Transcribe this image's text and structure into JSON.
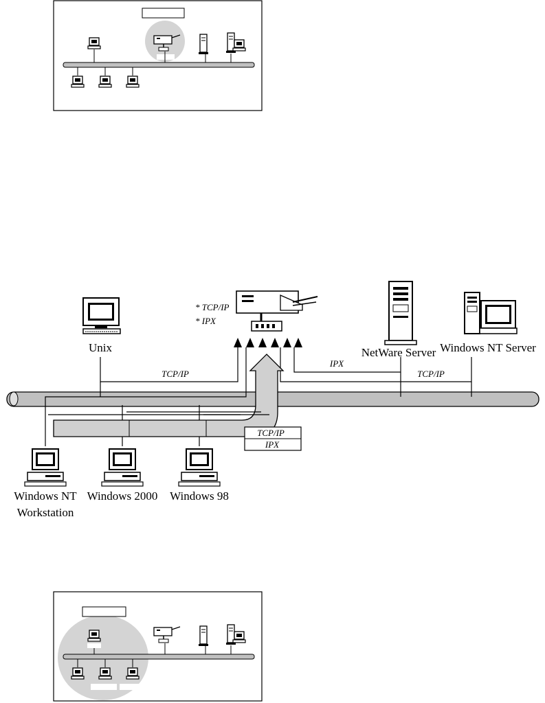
{
  "top_thumbnail": {
    "caption_box": ""
  },
  "main_diagram": {
    "printer_protocols": [
      "* TCP/IP",
      "* IPX"
    ],
    "hosts": {
      "unix": "Unix",
      "netware": "NetWare Server",
      "nt_server": "Windows NT Server",
      "nt_workstation_line1": "Windows NT",
      "nt_workstation_line2": "Workstation",
      "win2000": "Windows 2000",
      "win98": "Windows 98"
    },
    "links": {
      "unix_protocol": "TCP/IP",
      "netware_protocol": "IPX",
      "nt_server_protocol": "TCP/IP"
    },
    "client_protocol_box": [
      "TCP/IP",
      "IPX"
    ]
  },
  "bottom_thumbnail": {
    "caption_box": ""
  },
  "colors": {
    "highlight": "#d4d4d4",
    "cable": "#c0c0c0",
    "arrow_fill": "#d0d0d0"
  }
}
